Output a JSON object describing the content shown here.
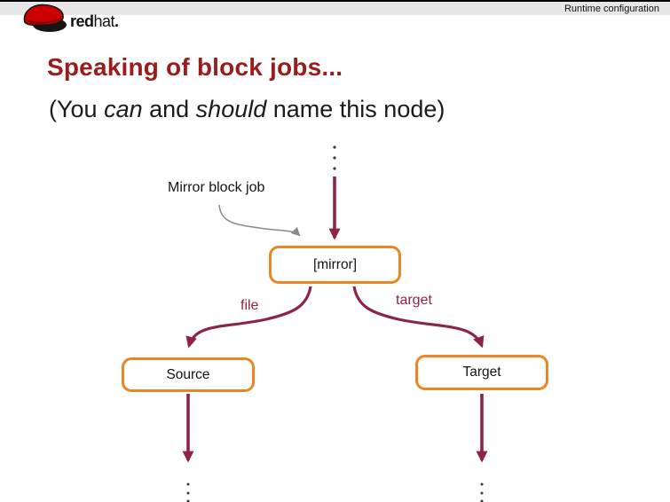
{
  "header": {
    "bar_label": "Runtime configuration"
  },
  "logo": {
    "brand_bold": "red",
    "brand_regular": "hat",
    "brand_period": "."
  },
  "slide": {
    "title": "Speaking of block jobs...",
    "subtitle": {
      "prefix": "(You ",
      "italic1": "can",
      "mid1": " and ",
      "italic2": "should",
      "suffix": " name this node)"
    }
  },
  "diagram": {
    "annotation": "Mirror block job",
    "nodes": {
      "mirror": "[mirror]",
      "source": "Source",
      "target": "Target"
    },
    "edges": {
      "file_label": "file",
      "target_label": "target"
    },
    "colors": {
      "title_red": "#9b1c1c",
      "arrow_maroon": "#8e2444",
      "node_border_orange": "#ee8522",
      "annotation_arrow_gray": "#8a8a8a",
      "header_bar_bg": "#e6e6e6",
      "logo_hat_red": "#cc0000"
    }
  }
}
